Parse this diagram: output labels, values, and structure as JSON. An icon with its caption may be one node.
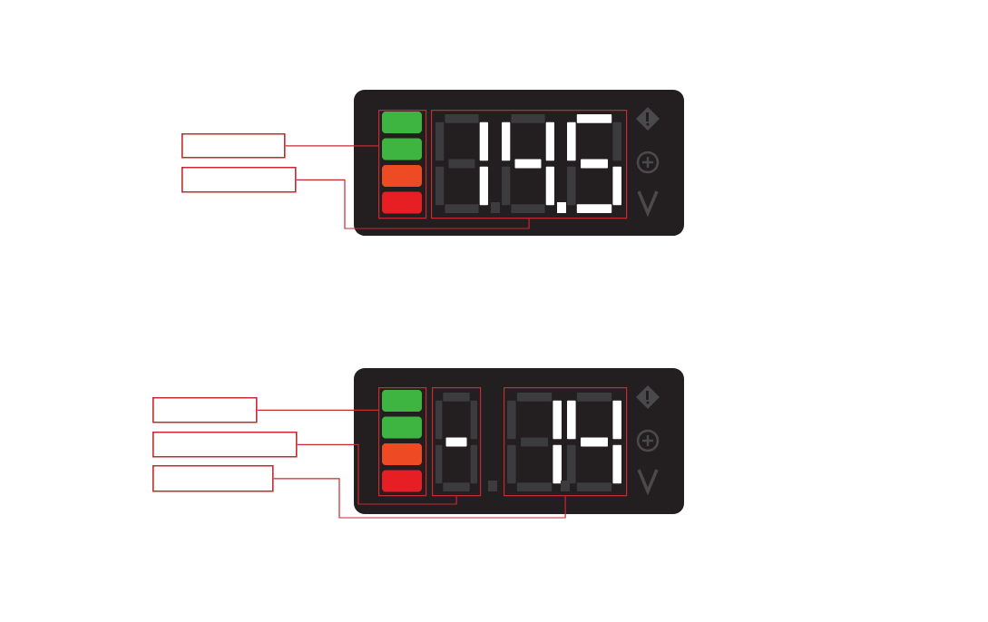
{
  "diagram": {
    "nodes": [
      {
        "text": [],
        "shape": "box"
      },
      {
        "text": [],
        "shape": "box"
      },
      {
        "text": [],
        "shape": "box"
      },
      {
        "text": [],
        "shape": "box"
      },
      {
        "text": [],
        "shape": "box"
      },
      {
        "text": [],
        "shape": "box"
      },
      {
        "text": [],
        "shape": "box"
      },
      {
        "text": [],
        "shape": "box"
      },
      {
        "text": [],
        "shape": "box"
      },
      {
        "text": [],
        "shape": "box"
      }
    ],
    "edges": [
      {
        "from": 0,
        "to": 2,
        "arrow": "none"
      },
      {
        "from": 1,
        "to": 3,
        "arrow": "none"
      },
      {
        "from": 4,
        "to": 7,
        "arrow": "none"
      },
      {
        "from": 5,
        "to": 8,
        "arrow": "none"
      },
      {
        "from": 6,
        "to": 9,
        "arrow": "none"
      }
    ]
  }
}
